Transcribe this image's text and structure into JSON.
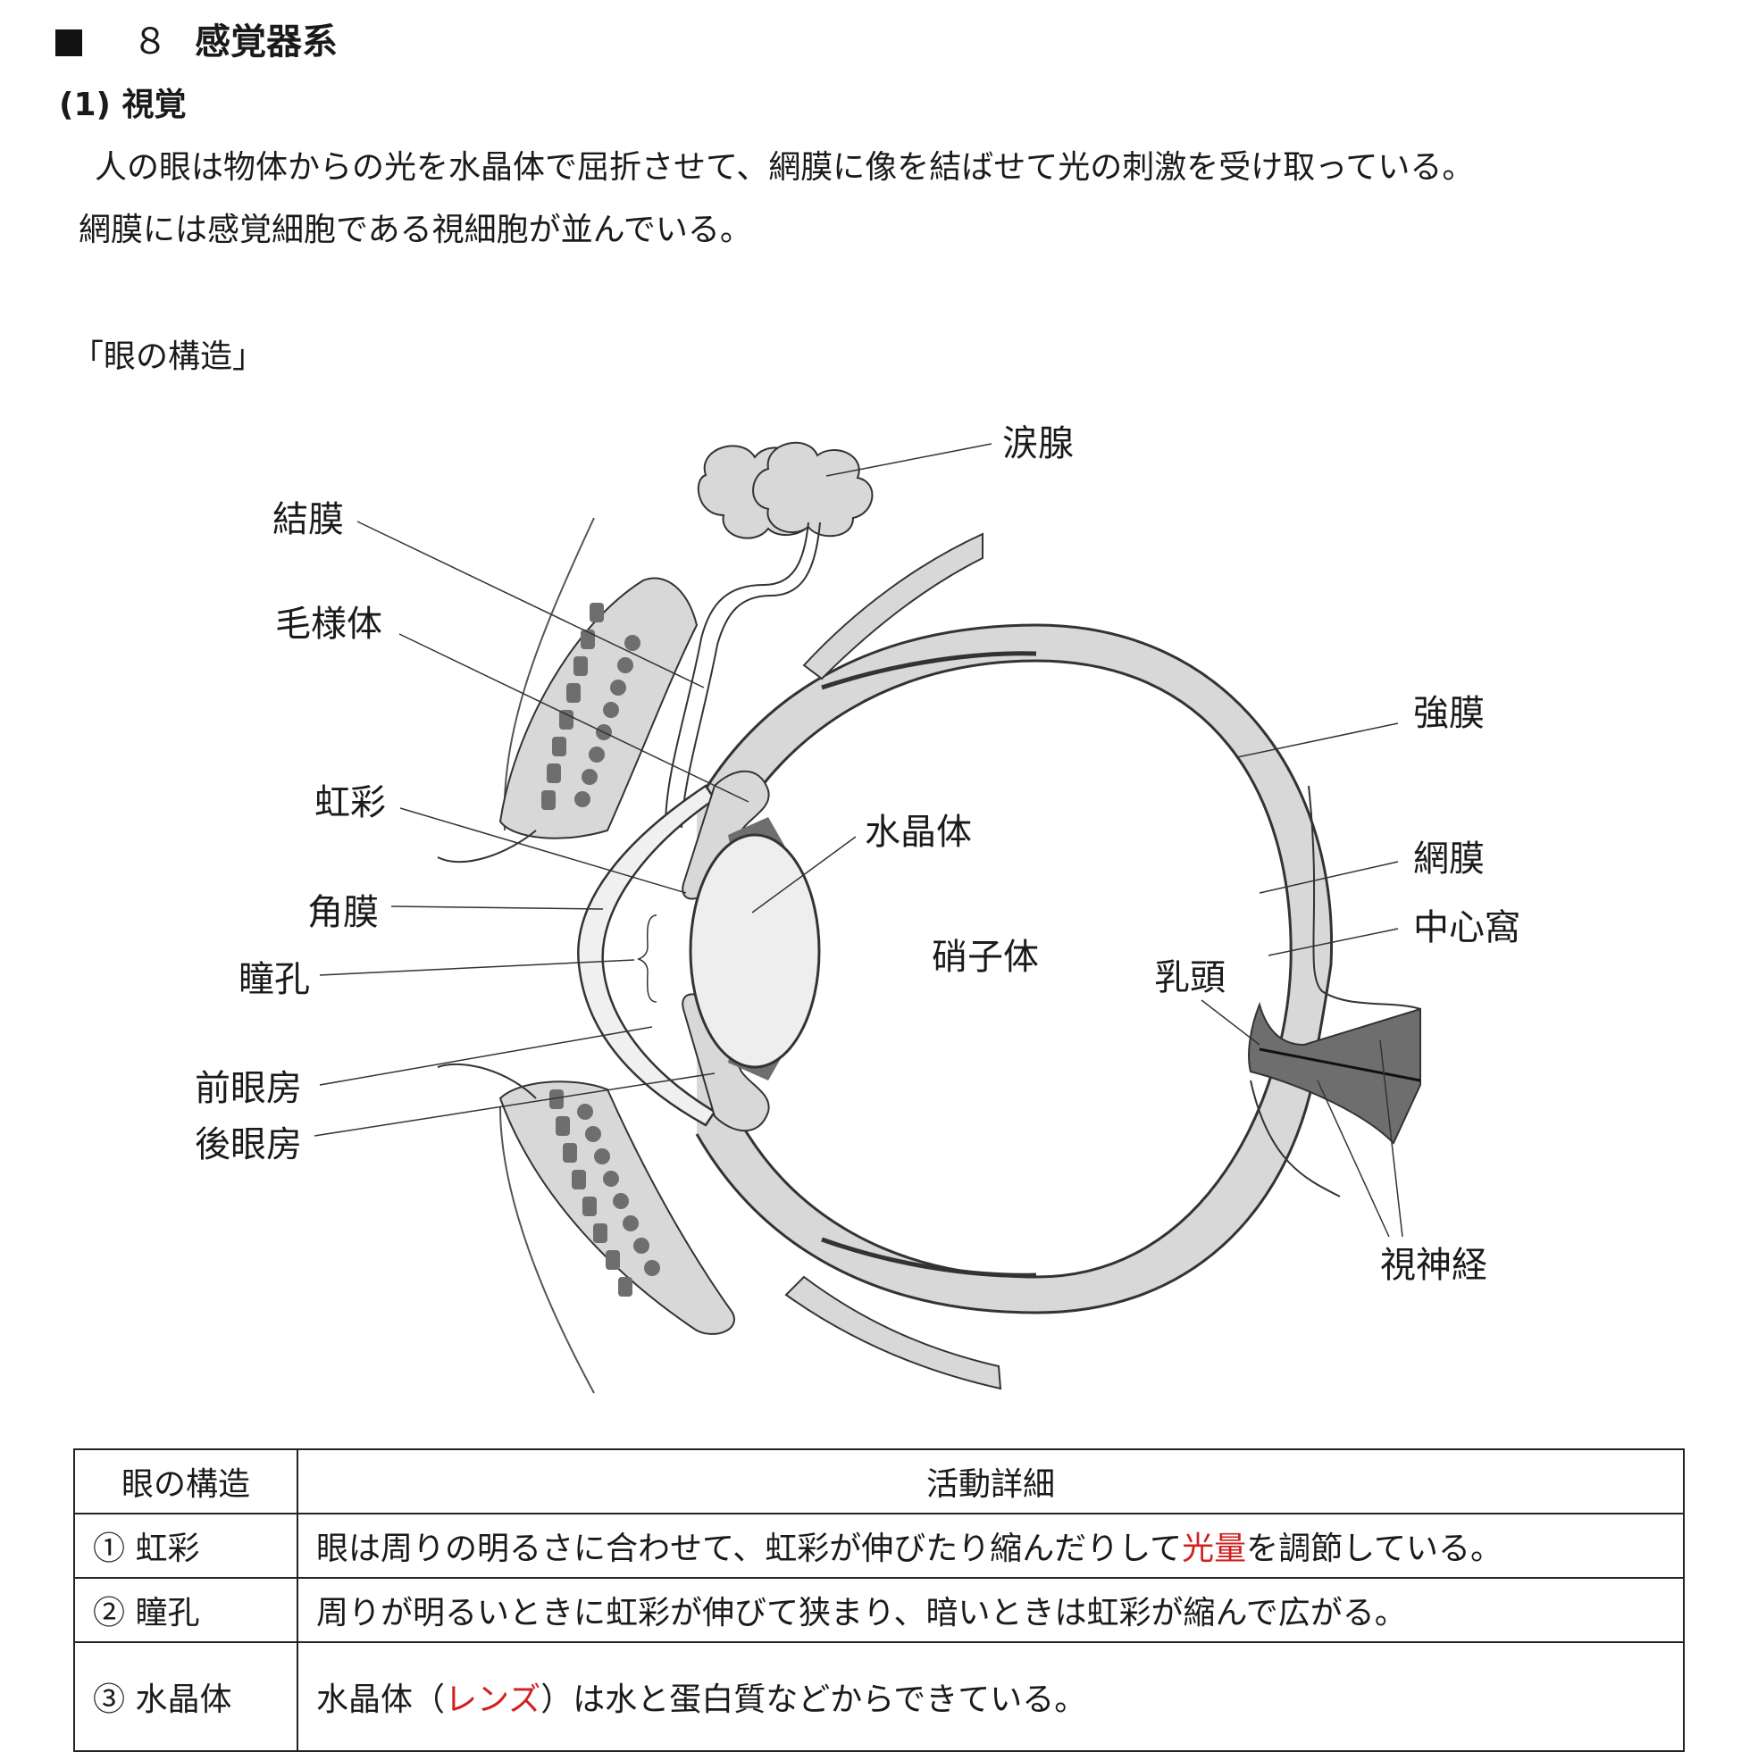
{
  "section": {
    "number": "８",
    "title": "感覚器系"
  },
  "subsection": {
    "title": "(1) 視覚"
  },
  "paragraph": {
    "line1": "人の眼は物体からの光を水晶体で屈折させて、網膜に像を結ばせて光の刺激を受け取っている。",
    "line2": "網膜には感覚細胞である視細胞が並んでいる。"
  },
  "figure": {
    "title": "「眼の構造」",
    "labels": {
      "lacrimal_gland": "涙腺",
      "conjunctiva": "結膜",
      "ciliary_body": "毛様体",
      "iris": "虹彩",
      "cornea": "角膜",
      "pupil": "瞳孔",
      "anterior_chamber": "前眼房",
      "posterior_chamber": "後眼房",
      "lens": "水晶体",
      "vitreous": "硝子体",
      "sclera": "強膜",
      "retina": "網膜",
      "fovea": "中心窩",
      "optic_disc": "乳頭",
      "optic_nerve": "視神経"
    }
  },
  "table": {
    "headers": [
      "眼の構造",
      "活動詳細"
    ],
    "rows": [
      {
        "structure": "① 虹彩",
        "text_before": "眼は周りの明るさに合わせて、虹彩が伸びたり縮んだりして",
        "highlight": "光量",
        "text_after": "を調節している。"
      },
      {
        "structure": "② 瞳孔",
        "text": "周りが明るいときに虹彩が伸びて狭まり、暗いときは虹彩が縮んで広がる。"
      },
      {
        "structure": "③ 水晶体",
        "text_before": "水晶体（",
        "highlight": "レンズ",
        "text_after": "）は水と蛋白質などからできている。"
      }
    ]
  },
  "colors": {
    "accent_red": "#d02020",
    "fill_gray": "#d8d8d8",
    "fill_dark": "#6e6e6e"
  }
}
